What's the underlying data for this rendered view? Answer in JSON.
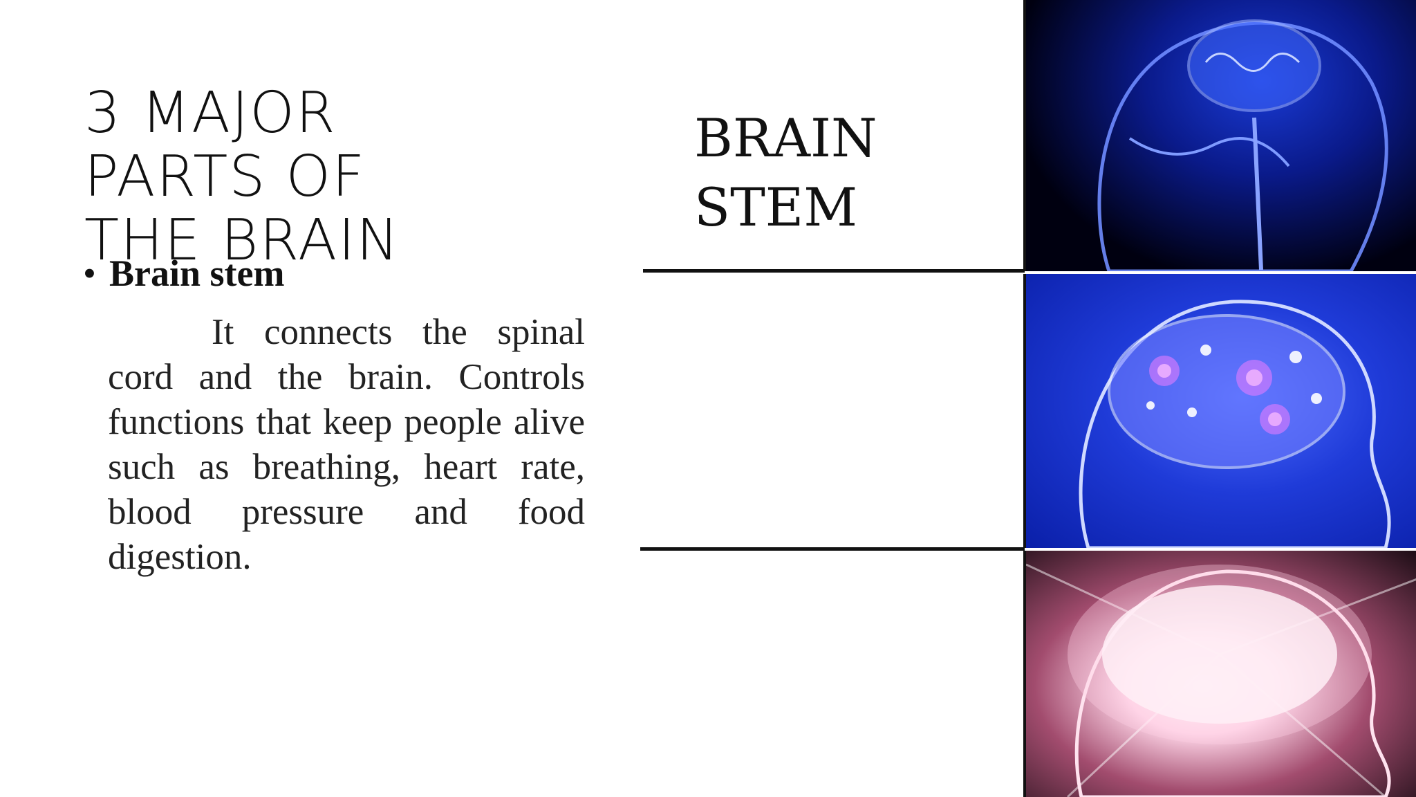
{
  "slide": {
    "title_lines": [
      "3 MAJOR",
      "PARTS  OF",
      "THE BRAIN"
    ],
    "bullet": "Brain stem",
    "body": "It connects the spinal cord and the brain. Controls functions that keep people alive such as breathing, heart rate, blood pressure and food digestion.",
    "right_label_lines": [
      "BRAIN",
      "STEM"
    ]
  },
  "meme_panels": [
    {
      "icon": "glowing-brain-skull-icon",
      "color": "#1a3bd6"
    },
    {
      "icon": "glowing-brain-sparkles-icon",
      "color": "#4d6bff"
    },
    {
      "icon": "glowing-brain-radiant-icon",
      "color": "#ffd6e8"
    }
  ]
}
